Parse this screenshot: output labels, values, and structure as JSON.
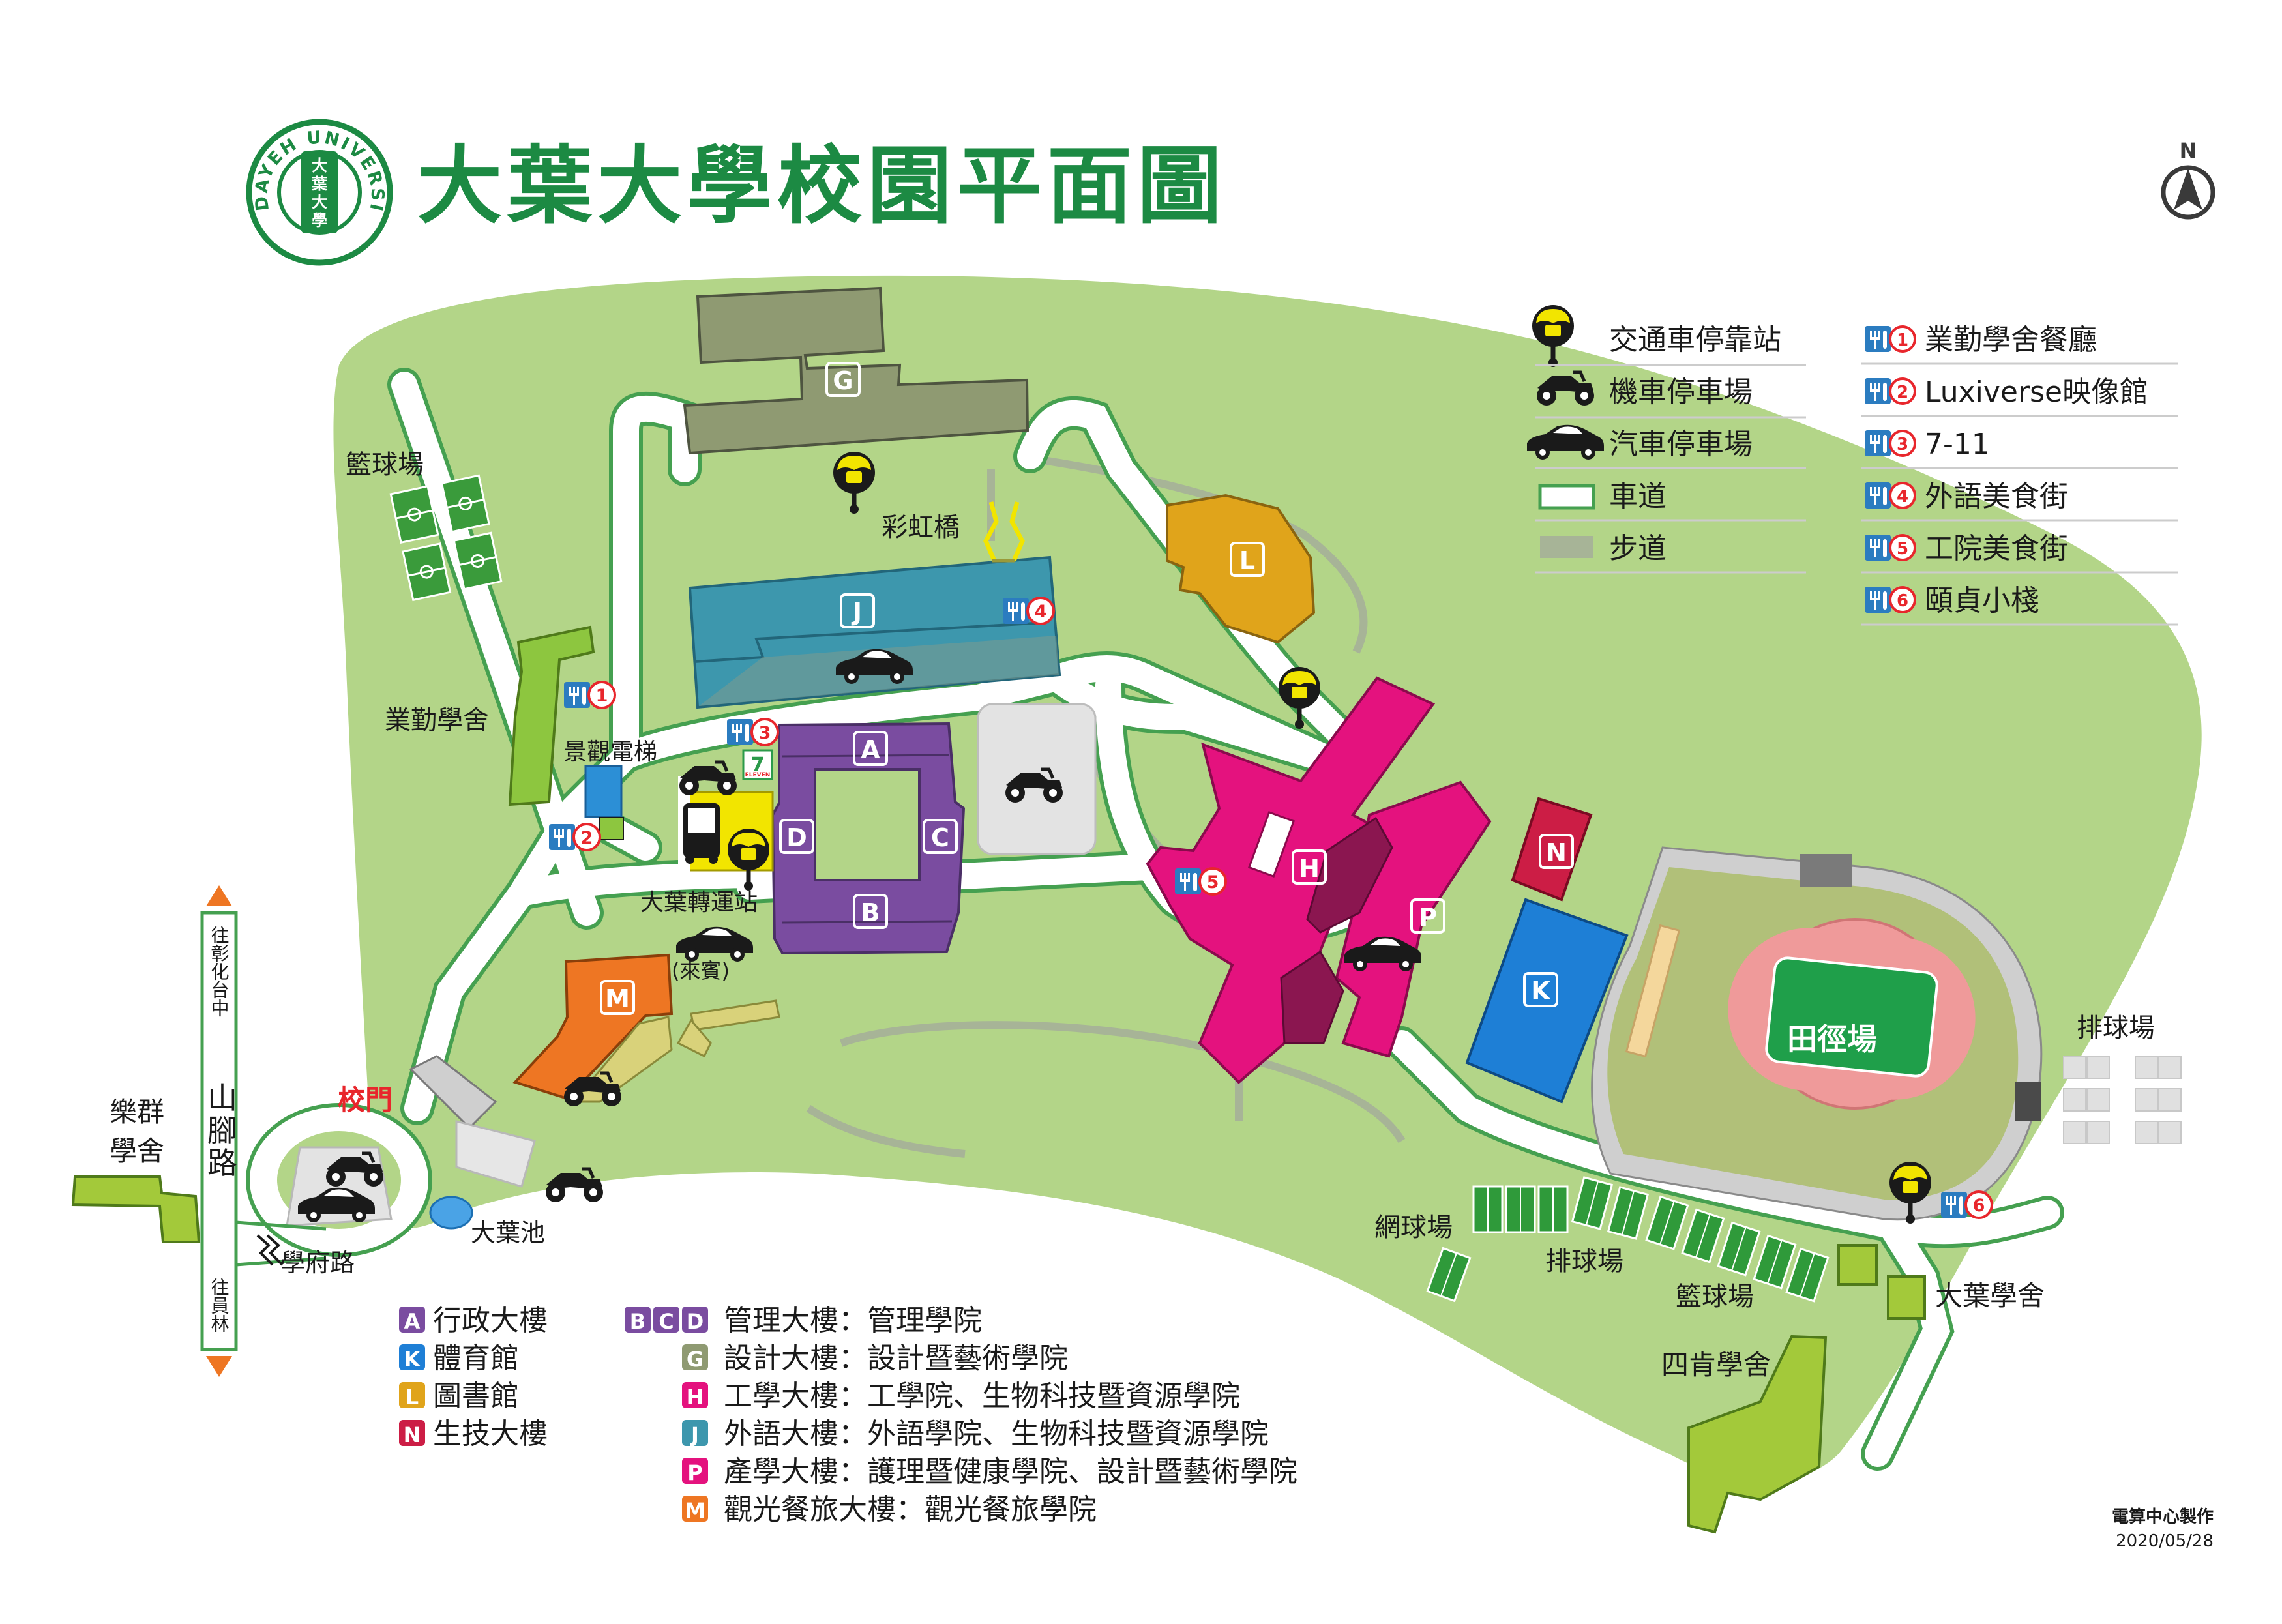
{
  "title": "大葉大學校園平面圖",
  "logo": {
    "ring_text": "DAYEH UNIVERSITY",
    "center_text": [
      "大",
      "葉",
      "大",
      "學"
    ]
  },
  "north_label": "N",
  "legend_left": [
    {
      "icon": "shuttle-stop-icon",
      "label": "交通車停靠站"
    },
    {
      "icon": "motorcycle-icon",
      "label": "機車停車場"
    },
    {
      "icon": "car-icon",
      "label": "汽車停車場"
    },
    {
      "icon": "road-swatch",
      "label": "車道"
    },
    {
      "icon": "walkway-swatch",
      "label": "步道"
    }
  ],
  "legend_right": [
    {
      "num": "1",
      "label": "業勤學舍餐廳"
    },
    {
      "num": "2",
      "label": "Luxiverse映像館"
    },
    {
      "num": "3",
      "label": "7-11"
    },
    {
      "num": "4",
      "label": "外語美食街"
    },
    {
      "num": "5",
      "label": "工院美食街"
    },
    {
      "num": "6",
      "label": "頤貞小棧"
    }
  ],
  "building_letters": {
    "A": "A",
    "B": "B",
    "C": "C",
    "D": "D",
    "G": "G",
    "H": "H",
    "J": "J",
    "K": "K",
    "L": "L",
    "M": "M",
    "N": "N",
    "P": "P"
  },
  "place_labels": {
    "basketball_court_nw": "籃球場",
    "rainbow_bridge": "彩虹橋",
    "yeqin_dorm": "業勤學舍",
    "scenic_elevator": "景觀電梯",
    "transfer_station": "大葉轉運站",
    "guest_parking": "(來賓)",
    "campus_gate": "校門",
    "leqin_dorm_1": "樂群",
    "leqin_dorm_2": "學舍",
    "mountain_road_1": "山",
    "mountain_road_2": "腳",
    "mountain_road_3": "路",
    "to_north": "往彰化台中",
    "to_south": "往員林",
    "xuefu_road": "學府路",
    "dayeh_pond": "大葉池",
    "track_field": "田徑場",
    "volleyball_court_east": "排球場",
    "tennis_court": "網球場",
    "volleyball_court_south": "排球場",
    "basketball_court_south": "籃球場",
    "dayeh_dorm": "大葉學舍",
    "sikeng_dorm": "四肯學舍",
    "seven_eleven_logo": "ELEVEN"
  },
  "bottom_legend_left": [
    {
      "letter": "A",
      "color": "#7a4ca0",
      "label": "行政大樓"
    },
    {
      "letter": "K",
      "color": "#1e7fd6",
      "label": "體育館"
    },
    {
      "letter": "L",
      "color": "#e0a41b",
      "label": "圖書館"
    },
    {
      "letter": "N",
      "color": "#cc1d45",
      "label": "生技大樓"
    }
  ],
  "bottom_legend_right": [
    {
      "letters": [
        "B",
        "C",
        "D"
      ],
      "color": "#7a4ca0",
      "label": "管理大樓：管理學院"
    },
    {
      "letters": [
        "G"
      ],
      "color": "#8f9a72",
      "label": "設計大樓：設計暨藝術學院"
    },
    {
      "letters": [
        "H"
      ],
      "color": "#e4127e",
      "label": "工學大樓：工學院、生物科技暨資源學院"
    },
    {
      "letters": [
        "J"
      ],
      "color": "#3d97ad",
      "label": "外語大樓：外語學院、生物科技暨資源學院"
    },
    {
      "letters": [
        "P"
      ],
      "color": "#e4127e",
      "label": "產學大樓：護理暨健康學院、設計暨藝術學院"
    },
    {
      "letters": [
        "M"
      ],
      "color": "#ee7623",
      "label": "觀光餐旅大樓：觀光餐旅學院"
    }
  ],
  "credit": "電算中心製作",
  "date": "2020/05/28",
  "colors": {
    "campus_green": "#b3d588",
    "title_green": "#1c8a43",
    "food_icon_blue": "#2b7cc0"
  }
}
